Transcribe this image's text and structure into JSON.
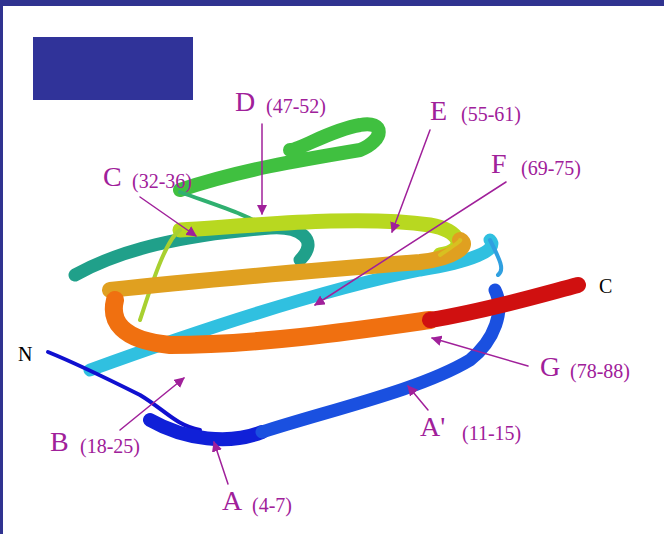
{
  "diagram": {
    "labels": [
      "D",
      "(47-52)",
      "E",
      "(55-61)",
      "C",
      "(32-36)",
      "F",
      "(69-75)",
      "C",
      "N",
      "G",
      "(78-88)",
      "A'",
      "(11-15)",
      "B",
      "(18-25)",
      "A",
      "(4-7)"
    ]
  }
}
